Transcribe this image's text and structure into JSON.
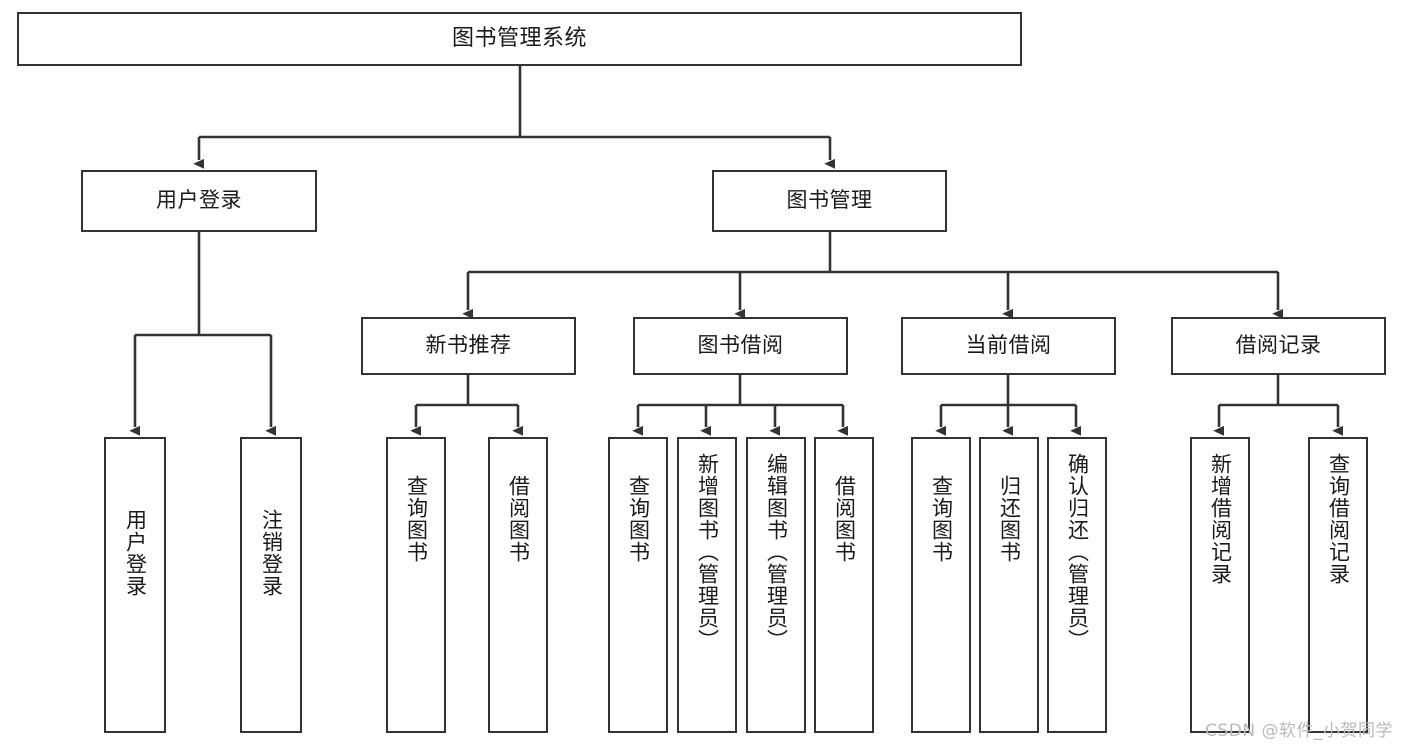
{
  "diagram": {
    "type": "tree",
    "title": "图书管理系统",
    "orientation": "top-down",
    "colors": {
      "border": "#333333",
      "text": "#1a1a1a",
      "background": "#ffffff",
      "watermark": "#b9b9b9"
    },
    "levels": {
      "root": "图书管理系统",
      "level2": [
        "用户登录",
        "图书管理"
      ],
      "level3": [
        "新书推荐",
        "图书借阅",
        "当前借阅",
        "借阅记录"
      ]
    },
    "root": {
      "label": "图书管理系统"
    },
    "level2": [
      {
        "label": "用户登录"
      },
      {
        "label": "图书管理"
      }
    ],
    "level3": [
      {
        "label": "新书推荐"
      },
      {
        "label": "图书借阅"
      },
      {
        "label": "当前借阅"
      },
      {
        "label": "借阅记录"
      }
    ],
    "leaves": {
      "user_login": [
        {
          "label": "用户登录"
        },
        {
          "label": "注销登录"
        }
      ],
      "new_book_recommend": [
        {
          "label": "查询图书"
        },
        {
          "label": "借阅图书"
        }
      ],
      "book_borrow": [
        {
          "label": "查询图书"
        },
        {
          "label": "新增图书（管理员）"
        },
        {
          "label": "编辑图书（管理员）"
        },
        {
          "label": "借阅图书"
        }
      ],
      "current_borrow": [
        {
          "label": "查询图书"
        },
        {
          "label": "归还图书"
        },
        {
          "label": "确认归还（管理员）"
        }
      ],
      "borrow_record": [
        {
          "label": "新增借阅记录"
        },
        {
          "label": "查询借阅记录"
        }
      ]
    }
  },
  "watermark": {
    "text": "CSDN @软件_小贺同学"
  }
}
